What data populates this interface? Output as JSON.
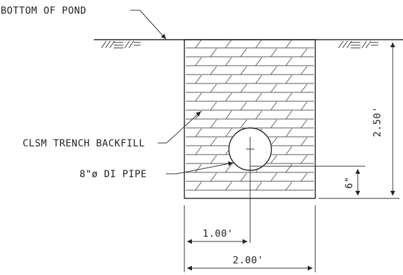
{
  "labels": {
    "pond_bottom": "BOTTOM OF POND",
    "backfill": "CLSM TRENCH BACKFILL",
    "pipe": "8\"ø DI PIPE"
  },
  "dimensions": {
    "depth": "2.50'",
    "pipe_cover": "6\"",
    "to_centerline": "1.00'",
    "trench_width": "2.00'"
  },
  "colors": {
    "ink": "#222222",
    "background": "#ffffff"
  }
}
